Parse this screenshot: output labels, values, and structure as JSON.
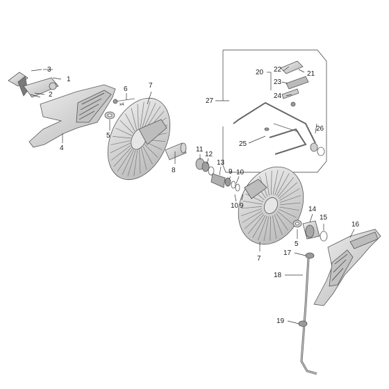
{
  "callouts": [
    {
      "id": "c1",
      "text": "1"
    },
    {
      "id": "c2",
      "text": "2"
    },
    {
      "id": "c3",
      "text": "3"
    },
    {
      "id": "c4",
      "text": "4"
    },
    {
      "id": "c5a",
      "text": "5"
    },
    {
      "id": "c5b",
      "text": "5"
    },
    {
      "id": "c6",
      "text": "6"
    },
    {
      "id": "c7a",
      "text": "7"
    },
    {
      "id": "c7b",
      "text": "7"
    },
    {
      "id": "c8",
      "text": "8"
    },
    {
      "id": "c9a",
      "text": "9"
    },
    {
      "id": "c9b",
      "text": "9"
    },
    {
      "id": "c10a",
      "text": "10"
    },
    {
      "id": "c10b",
      "text": "10"
    },
    {
      "id": "c11",
      "text": "11"
    },
    {
      "id": "c12",
      "text": "12"
    },
    {
      "id": "c13",
      "text": "13"
    },
    {
      "id": "c14",
      "text": "14"
    },
    {
      "id": "c15",
      "text": "15"
    },
    {
      "id": "c16",
      "text": "16"
    },
    {
      "id": "c17",
      "text": "17"
    },
    {
      "id": "c18",
      "text": "18"
    },
    {
      "id": "c19",
      "text": "19"
    },
    {
      "id": "c20",
      "text": "20"
    },
    {
      "id": "c21",
      "text": "21"
    },
    {
      "id": "c22",
      "text": "22"
    },
    {
      "id": "c23",
      "text": "23"
    },
    {
      "id": "c24",
      "text": "24"
    },
    {
      "id": "c25",
      "text": "25"
    },
    {
      "id": "c26",
      "text": "26"
    },
    {
      "id": "c27",
      "text": "27"
    }
  ],
  "annotations": {
    "qty_x4": "x4"
  },
  "colors": {
    "line": "#333333",
    "part_fill": "#d9d9d9",
    "part_dark": "#9a9a9a",
    "background": "#ffffff"
  }
}
